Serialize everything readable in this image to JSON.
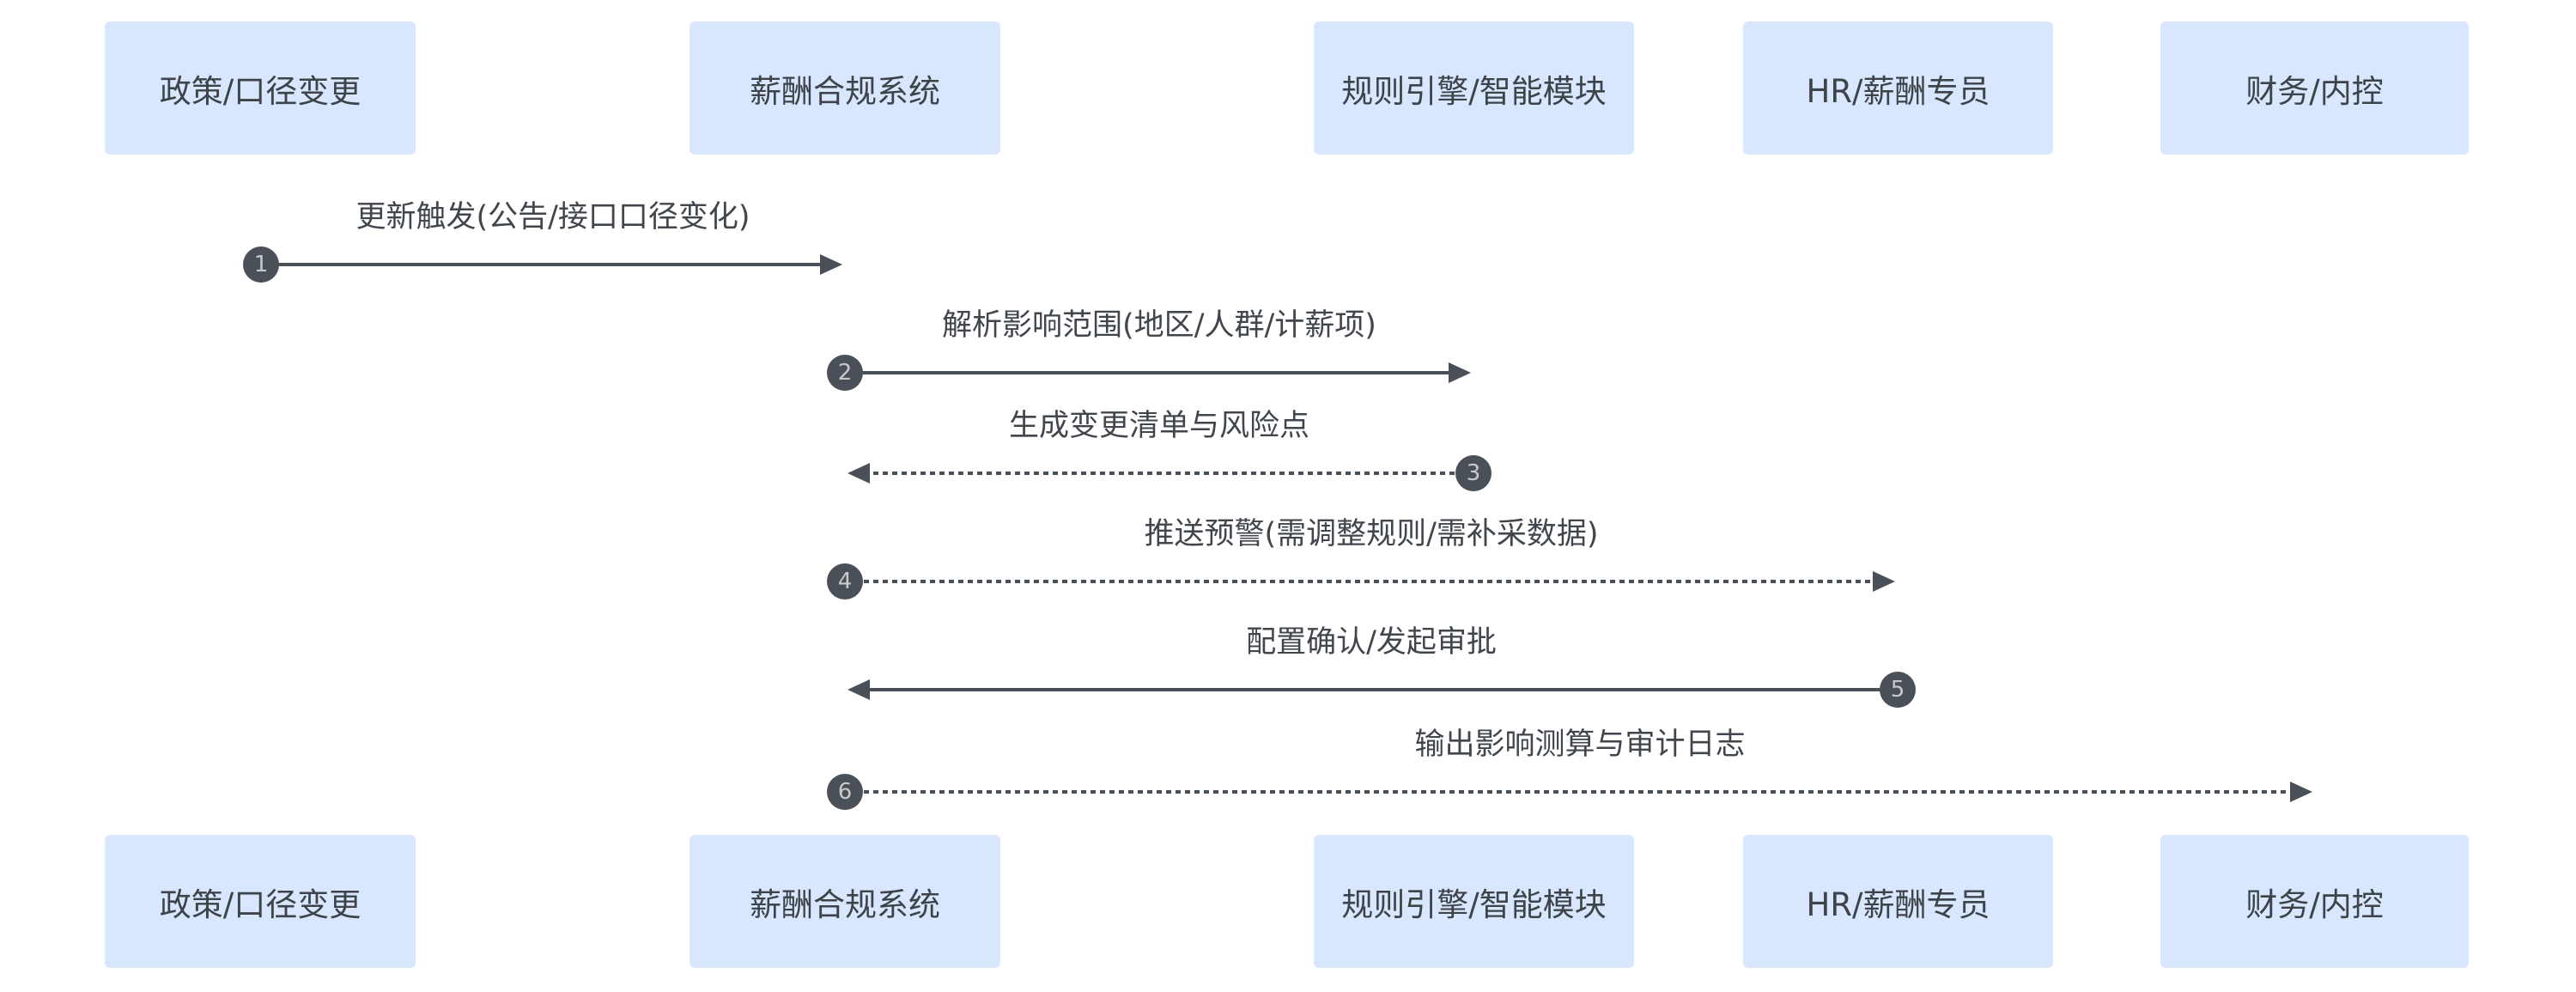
{
  "actors": [
    {
      "name": "政策/口径变更"
    },
    {
      "name": "薪酬合规系统"
    },
    {
      "name": "规则引擎/智能模块"
    },
    {
      "name": "HR/薪酬专员"
    },
    {
      "name": "财务/内控"
    }
  ],
  "messages": [
    {
      "num": "1",
      "from": 0,
      "to": 1,
      "label": "更新触发(公告/接口口径变化)",
      "style": "solid"
    },
    {
      "num": "2",
      "from": 1,
      "to": 2,
      "label": "解析影响范围(地区/人群/计薪项)",
      "style": "solid"
    },
    {
      "num": "3",
      "from": 2,
      "to": 1,
      "label": "生成变更清单与风险点",
      "style": "dashed"
    },
    {
      "num": "4",
      "from": 1,
      "to": 3,
      "label": "推送预警(需调整规则/需补采数据)",
      "style": "dashed"
    },
    {
      "num": "5",
      "from": 3,
      "to": 1,
      "label": "配置确认/发起审批",
      "style": "solid"
    },
    {
      "num": "6",
      "from": 1,
      "to": 4,
      "label": "输出影响测算与审计日志",
      "style": "dashed"
    }
  ],
  "colors": {
    "box": "#d8e7fd",
    "line": "#495057"
  }
}
